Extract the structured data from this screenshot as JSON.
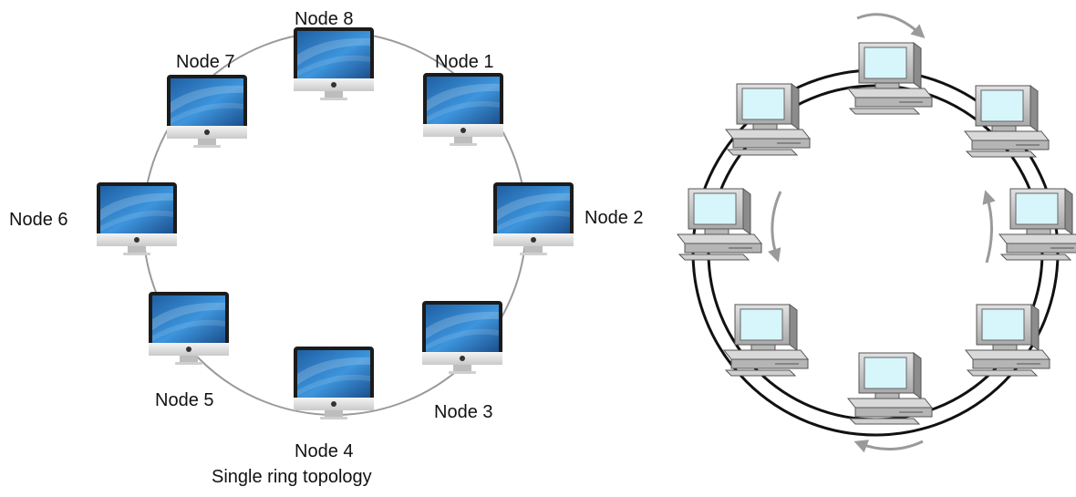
{
  "left_diagram": {
    "caption": "Single ring topology",
    "nodes": [
      {
        "id": 1,
        "label": "Node 1",
        "device": "imac-computer-icon"
      },
      {
        "id": 2,
        "label": "Node 2",
        "device": "imac-computer-icon"
      },
      {
        "id": 3,
        "label": "Node 3",
        "device": "imac-computer-icon"
      },
      {
        "id": 4,
        "label": "Node 4",
        "device": "imac-computer-icon"
      },
      {
        "id": 5,
        "label": "Node 5",
        "device": "imac-computer-icon"
      },
      {
        "id": 6,
        "label": "Node 6",
        "device": "imac-computer-icon"
      },
      {
        "id": 7,
        "label": "Node 7",
        "device": "imac-computer-icon"
      },
      {
        "id": 8,
        "label": "Node 8",
        "device": "imac-computer-icon"
      }
    ],
    "ring_color": "#9a9a9a",
    "screen_color": "#2f80cc"
  },
  "right_diagram": {
    "ring_count": 2,
    "node_count": 8,
    "device": "desktop-pc-icon",
    "ring_color": "#111111",
    "screen_color": "#d6f6fb",
    "arrow_color": "#9a9a9a",
    "arrows": [
      "top-arrow-icon",
      "bottom-arrow-icon",
      "left-arrow-icon",
      "right-arrow-icon"
    ]
  }
}
